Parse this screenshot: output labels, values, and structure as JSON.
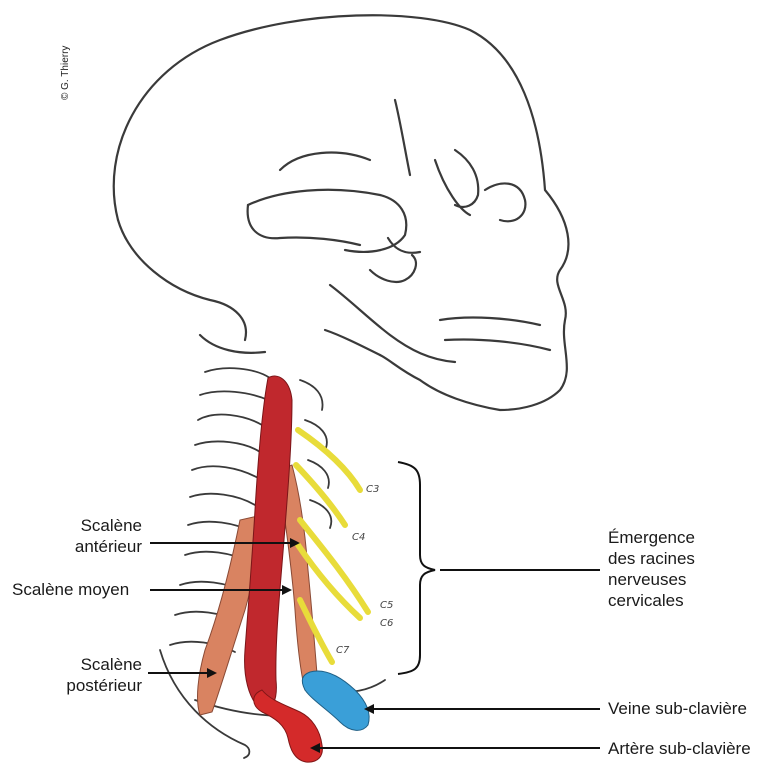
{
  "credit": "© G. Thierry",
  "labels": {
    "scalene_anterieur": [
      "Scalène",
      "antérieur"
    ],
    "scalene_moyen": "Scalène moyen",
    "scalene_posterieur": [
      "Scalène",
      "postérieur"
    ],
    "emergence": [
      "Émergence",
      "des racines",
      "nerveuses",
      "cervicales"
    ],
    "veine": "Veine sub-clavière",
    "artere": "Artère sub-clavière"
  },
  "roots": [
    "C3",
    "C4",
    "C5",
    "C6",
    "C7"
  ],
  "colors": {
    "outline": "#3a3a3a",
    "anterior": "#c0282d",
    "middle_posterior": "#d98361",
    "nerve": "#e8dc3a",
    "vein": "#3a9fd8",
    "artery": "#d42a2a"
  }
}
